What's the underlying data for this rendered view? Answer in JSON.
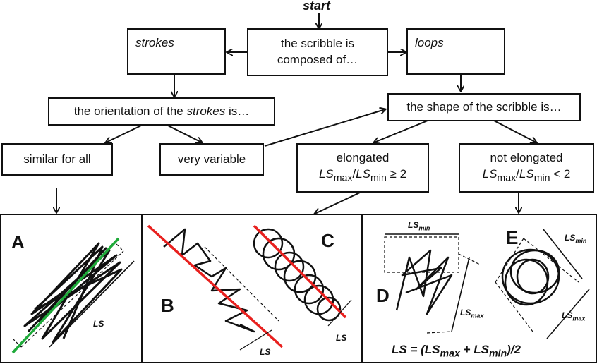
{
  "start": "start",
  "composed": {
    "line1": "the scribble is",
    "line2": "composed of…"
  },
  "strokes": "strokes",
  "loops": "loops",
  "orientation": {
    "pre": "the orientation of the ",
    "em": "strokes",
    "post": " is…"
  },
  "shape": "the shape of the scribble is…",
  "similar": "similar for all",
  "variable": "very variable",
  "elongated": {
    "label": "elongated",
    "ls": "LS",
    "max": "max",
    "slash": "/",
    "min": "min",
    "rel": " ≥ 2"
  },
  "not_elongated": {
    "label": "not elongated",
    "ls": "LS",
    "max": "max",
    "slash": "/",
    "min": "min",
    "rel": " < 2"
  },
  "panels": {
    "A": "A",
    "B": "B",
    "C": "C",
    "D": "D",
    "E": "E"
  },
  "measure": {
    "ls": "LS",
    "max": "max",
    "min": "min"
  },
  "formula": {
    "a": "LS = (LS",
    "max": "max",
    "b": " + LS",
    "min": "min",
    "c": ")/2"
  },
  "colors": {
    "line": "#111111",
    "green": "#1faa3a",
    "red": "#e8201e"
  }
}
